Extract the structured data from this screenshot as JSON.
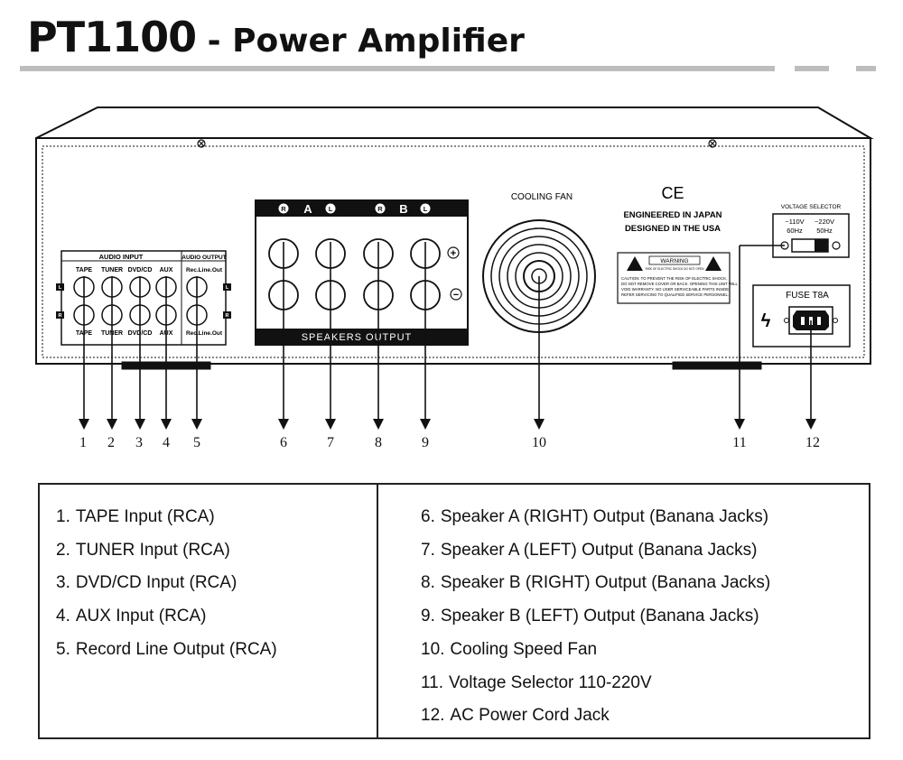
{
  "header": {
    "model": "PT1100",
    "separator": " - ",
    "subtitle": "Power Amplifier",
    "rule_color": "#bdbdbd"
  },
  "panel": {
    "audio_input_label": "AUDIO INPUT",
    "audio_output_label": "AUDIO OUTPUT",
    "input_columns": [
      "TAPE",
      "TUNER",
      "DVD/CD",
      "AUX"
    ],
    "output_column": "Rec.Line.Out",
    "channel_left": "L",
    "channel_right": "R",
    "speaker_groups": [
      {
        "name": "A",
        "channels": [
          "R",
          "L"
        ]
      },
      {
        "name": "B",
        "channels": [
          "R",
          "L"
        ]
      }
    ],
    "plus_symbol": "+",
    "minus_symbol": "−",
    "speakers_output_label": "SPEAKERS OUTPUT",
    "cooling_fan_label": "COOLING FAN",
    "ce_mark": "CE",
    "engineered_label": "ENGINEERED IN JAPAN",
    "designed_label": "DESIGNED IN THE USA",
    "warning_label": "WARNING",
    "warning_sub": "RISK OF ELECTRIC SHOCK DO NOT OPEN",
    "caution_lines": [
      "CAUTION: TO PREVENT THE RISK OF ELECTRIC SHOCK,",
      "DO NOT REMOVE COVER OR BACK. OPENING THIS UNIT WILL",
      "VOID WARRANTY. NO USER SERVICEABLE PARTS INSIDE.",
      "REFER SERVICING TO QUALIFIED SERVICE PERSONNEL."
    ],
    "voltage_selector_label": "VOLTAGE SELECTOR",
    "voltage_110": "~110V",
    "freq_60": "60Hz",
    "voltage_220": "~220V",
    "freq_50": "50Hz",
    "fuse_label": "FUSE T8A",
    "lightning_symbol": "ϟ"
  },
  "callouts": [
    "1",
    "2",
    "3",
    "4",
    "5",
    "6",
    "7",
    "8",
    "9",
    "10",
    "11",
    "12"
  ],
  "legend": {
    "left": [
      {
        "num": "1.",
        "text": "TAPE  Input (RCA)"
      },
      {
        "num": "2.",
        "text": "TUNER  Input (RCA)"
      },
      {
        "num": "3.",
        "text": "DVD/CD  Input  (RCA)"
      },
      {
        "num": "4.",
        "text": "AUX  Input  (RCA)"
      },
      {
        "num": "5.",
        "text": "Record  Line  Output (RCA)"
      }
    ],
    "right": [
      {
        "num": "6.",
        "text": "Speaker A  (RIGHT)  Output  (Banana Jacks)"
      },
      {
        "num": "7.",
        "text": "Speaker A  (LEFT)  Output (Banana Jacks)"
      },
      {
        "num": "8.",
        "text": "Speaker B  (RIGHT)  Output (Banana Jacks)"
      },
      {
        "num": "9.",
        "text": "Speaker B (LEFT)  Output (Banana Jacks)"
      },
      {
        "num": "10.",
        "text": "Cooling Speed Fan"
      },
      {
        "num": "11.",
        "text": "Voltage  Selector 110-220V"
      },
      {
        "num": "12.",
        "text": "AC  Power  Cord  Jack"
      }
    ]
  }
}
